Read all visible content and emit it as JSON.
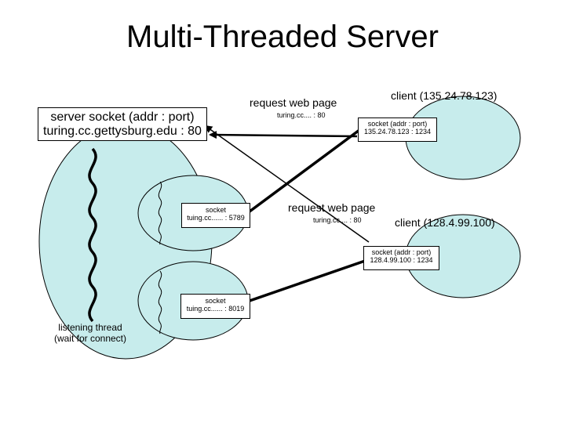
{
  "title": "Multi-Threaded Server",
  "server_socket": {
    "line1": "server socket (addr : port)",
    "line2": "turing.cc.gettysburg.edu : 80"
  },
  "request_top": {
    "label": "request web page",
    "sub": "turing.cc.... : 80"
  },
  "client_top": {
    "label": "client (135.24.78.123)",
    "socket_line1": "socket (addr : port)",
    "socket_line2": "135.24.78.123 : 1234"
  },
  "socket_1": {
    "line1": "socket",
    "line2": "tuing.cc...... : 5789"
  },
  "request_mid": {
    "label": "request web page",
    "sub": "turing.cc.... : 80"
  },
  "client_mid": {
    "label": "client (128.4.99.100)",
    "socket_line1": "socket (addr : port)",
    "socket_line2": "128.4.99.100 : 1234"
  },
  "socket_2": {
    "line1": "socket",
    "line2": "tuing.cc...... : 8019"
  },
  "listening_thread": {
    "line1": "listening thread",
    "line2": "(wait for connect)"
  },
  "colors": {
    "ellipse_fill": "#c7ecec",
    "stroke": "#000000"
  }
}
